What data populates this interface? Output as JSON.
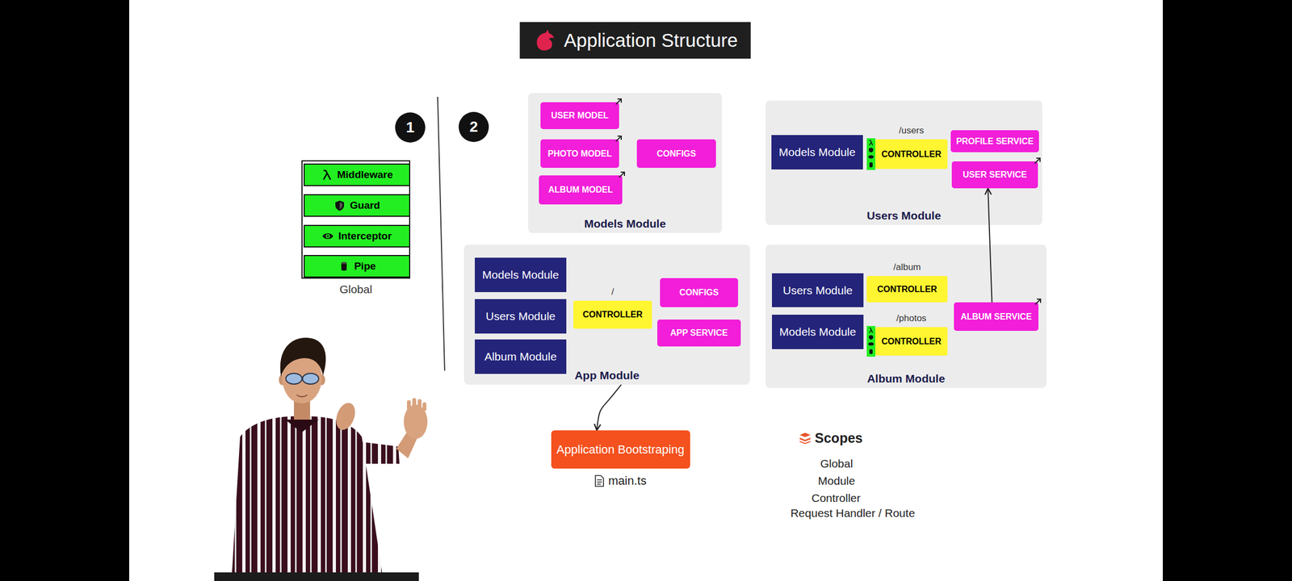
{
  "diagram": {
    "title": "Application Structure",
    "nodes": [
      {
        "text": [
          "1"
        ]
      },
      {
        "text": [
          "2"
        ]
      },
      {
        "text": [
          "Global"
        ]
      },
      {
        "text": [
          "Middleware"
        ],
        "in": 2
      },
      {
        "text": [
          "Guard"
        ],
        "in": 2
      },
      {
        "text": [
          "Interceptor"
        ],
        "in": 2
      },
      {
        "text": [
          "Pipe"
        ],
        "in": 2
      },
      {
        "text": [
          "Models Module"
        ]
      },
      {
        "text": [
          "USER MODEL"
        ],
        "in": 7
      },
      {
        "text": [
          "PHOTO MODEL"
        ],
        "in": 7
      },
      {
        "text": [
          "CONFIGS"
        ],
        "in": 7
      },
      {
        "text": [
          "ALBUM MODEL"
        ],
        "in": 7
      },
      {
        "text": [
          "Users Module"
        ]
      },
      {
        "text": [
          "Models Module"
        ],
        "in": 12
      },
      {
        "text": [
          "/users",
          "CONTROLLER"
        ],
        "in": 12
      },
      {
        "text": [
          "PROFILE SERVICE"
        ],
        "in": 12
      },
      {
        "text": [
          "USER SERVICE"
        ],
        "in": 12
      },
      {
        "text": [
          "App Module"
        ]
      },
      {
        "text": [
          "Models Module"
        ],
        "in": 17
      },
      {
        "text": [
          "Users Module"
        ],
        "in": 17
      },
      {
        "text": [
          "Album Module"
        ],
        "in": 17
      },
      {
        "text": [
          "/",
          "CONTROLLER"
        ],
        "in": 17
      },
      {
        "text": [
          "CONFIGS"
        ],
        "in": 17
      },
      {
        "text": [
          "APP SERVICE"
        ],
        "in": 17
      },
      {
        "text": [
          "Album Module"
        ]
      },
      {
        "text": [
          "Users Module"
        ],
        "in": 24
      },
      {
        "text": [
          "/album",
          "CONTROLLER"
        ],
        "in": 24
      },
      {
        "text": [
          "Models Module"
        ],
        "in": 24
      },
      {
        "text": [
          "/photos",
          "CONTROLLER"
        ],
        "in": 24
      },
      {
        "text": [
          "ALBUM SERVICE"
        ],
        "in": 24
      },
      {
        "text": [
          "Application Bootstraping",
          "main.ts"
        ]
      }
    ],
    "edges": [
      {
        "from": 17,
        "to": 30,
        "arrow": "to"
      },
      {
        "from": 29,
        "to": 16,
        "arrow": "to"
      }
    ],
    "labels": [
      "Scopes",
      "Global",
      "Module",
      "Controller",
      "Request Handler / Route"
    ]
  }
}
